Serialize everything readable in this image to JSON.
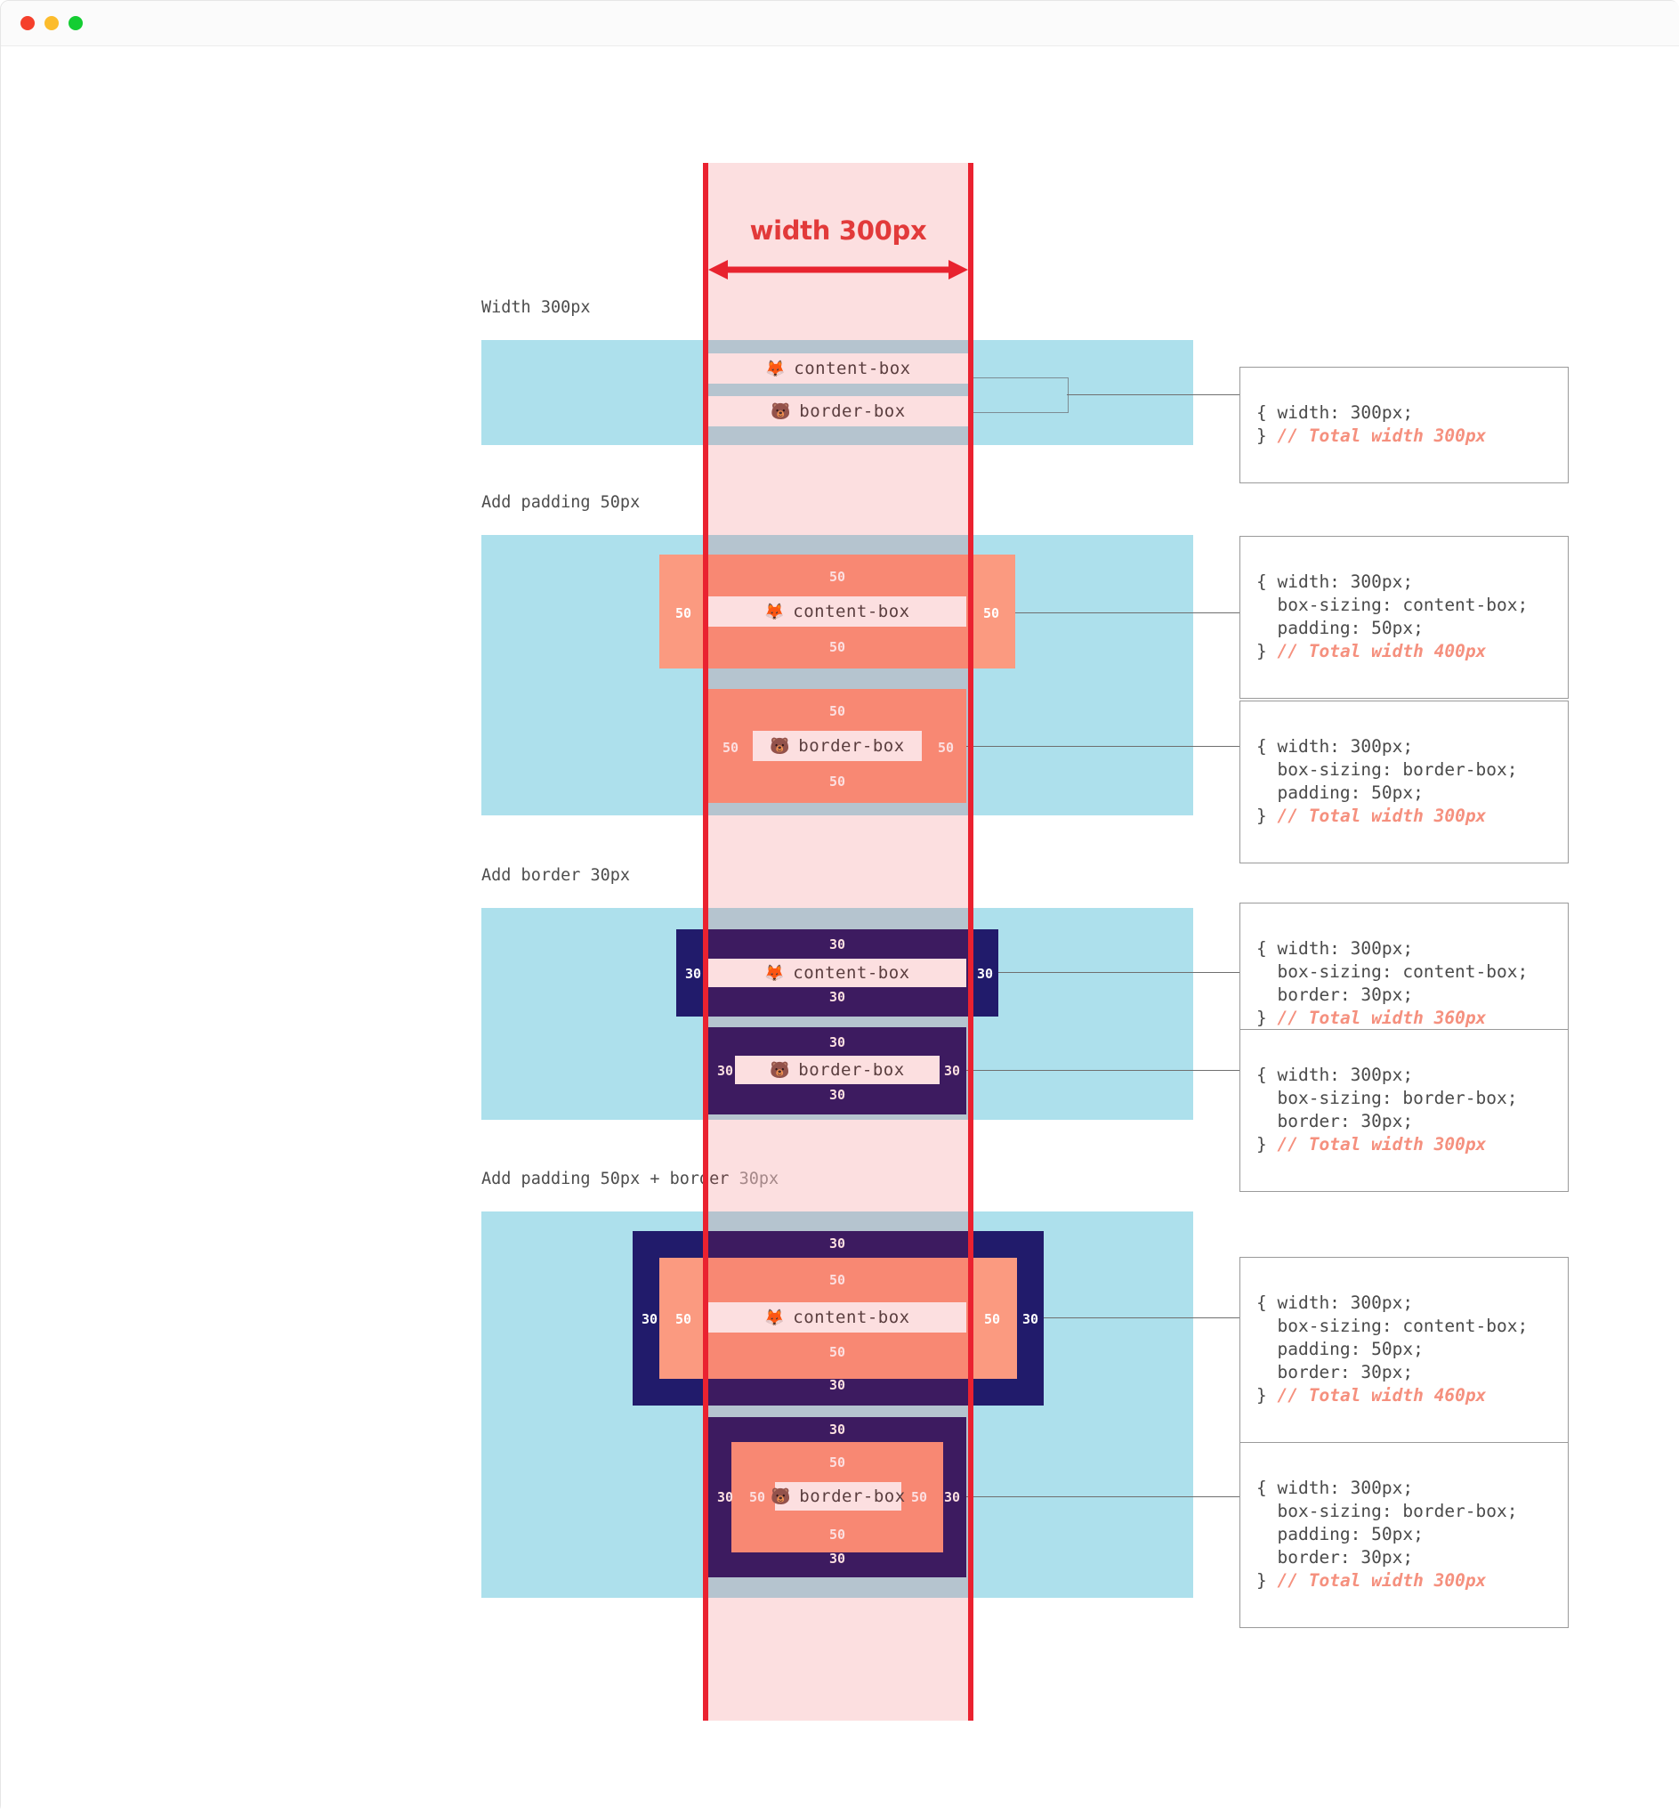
{
  "window": {
    "traffic_lights": [
      "close-red",
      "minimize-yellow",
      "maximize-green"
    ],
    "colors": {
      "red": "#f5402c",
      "yellow": "#fcbc2c",
      "green": "#14cd32",
      "guide_red": "#ea2230",
      "band_pink": "#fbdedd",
      "blue_area": "#ade0ec",
      "navy_border": "#211b6b",
      "salmon_padding": "#fb9a80",
      "comment_salmon": "#f5907e",
      "title_red": "#e23a3a"
    }
  },
  "overlay": {
    "title": "width 300px",
    "arrow": "double-headed-horizontal-arrow"
  },
  "icons": {
    "content_box": "🦊",
    "border_box": "🐻"
  },
  "labels": {
    "content_box": "content-box",
    "border_box": "border-box"
  },
  "sections": [
    {
      "id": "width-300",
      "heading": "Width 300px",
      "heading_suffix": "",
      "rows": [
        {
          "model": "content-box",
          "icon": "🦊",
          "label": "content-box",
          "padding": null,
          "border": null,
          "code": {
            "lines": [
              "{ width: 300px;"
            ],
            "close": "}",
            "comment": "// Total width 300px"
          }
        },
        {
          "model": "border-box",
          "icon": "🐻",
          "label": "border-box",
          "padding": null,
          "border": null,
          "code": null
        }
      ]
    },
    {
      "id": "padding-50",
      "heading": "Add padding 50px",
      "heading_suffix": "",
      "rows": [
        {
          "model": "content-box",
          "icon": "🦊",
          "label": "content-box",
          "padding": "50",
          "border": null,
          "code": {
            "lines": [
              "{ width: 300px;",
              "  box-sizing: content-box;",
              "  padding: 50px;"
            ],
            "close": "}",
            "comment": "// Total width 400px"
          }
        },
        {
          "model": "border-box",
          "icon": "🐻",
          "label": "border-box",
          "padding": "50",
          "border": null,
          "code": {
            "lines": [
              "{ width: 300px;",
              "  box-sizing: border-box;",
              "  padding: 50px;"
            ],
            "close": "}",
            "comment": "// Total width 300px"
          }
        }
      ]
    },
    {
      "id": "border-30",
      "heading": "Add border 30px",
      "heading_suffix": "",
      "rows": [
        {
          "model": "content-box",
          "icon": "🦊",
          "label": "content-box",
          "padding": null,
          "border": "30",
          "code": {
            "lines": [
              "{ width: 300px;",
              "  box-sizing: content-box;",
              "  border: 30px;"
            ],
            "close": "}",
            "comment": "// Total width 360px"
          }
        },
        {
          "model": "border-box",
          "icon": "🐻",
          "label": "border-box",
          "padding": null,
          "border": "30",
          "code": {
            "lines": [
              "{ width: 300px;",
              "  box-sizing: border-box;",
              "  border: 30px;"
            ],
            "close": "}",
            "comment": "// Total width 300px"
          }
        }
      ]
    },
    {
      "id": "padding-border",
      "heading": "Add padding 50px + border ",
      "heading_suffix": "30px",
      "rows": [
        {
          "model": "content-box",
          "icon": "🦊",
          "label": "content-box",
          "padding": "50",
          "border": "30",
          "code": {
            "lines": [
              "{ width: 300px;",
              "  box-sizing: content-box;",
              "  padding: 50px;",
              "  border: 30px;"
            ],
            "close": "}",
            "comment": "// Total width 460px"
          }
        },
        {
          "model": "border-box",
          "icon": "🐻",
          "label": "border-box",
          "padding": "50",
          "border": "30",
          "code": {
            "lines": [
              "{ width: 300px;",
              "  box-sizing: border-box;",
              "  padding: 50px;",
              "  border: 30px;"
            ],
            "close": "}",
            "comment": "// Total width 300px"
          }
        }
      ]
    }
  ],
  "code_cards": {
    "c1": "{ width: 300px;",
    "c1_close": "}",
    "c1_cmt": "// Total width 300px",
    "c2_l1": "{ width: 300px;",
    "c2_l2": "  box-sizing: content-box;",
    "c2_l3": "  padding: 50px;",
    "c2_close": "}",
    "c2_cmt": "// Total width 400px",
    "c3_l1": "{ width: 300px;",
    "c3_l2": "  box-sizing: border-box;",
    "c3_l3": "  padding: 50px;",
    "c3_close": "}",
    "c3_cmt": "// Total width 300px",
    "c4_l1": "{ width: 300px;",
    "c4_l2": "  box-sizing: content-box;",
    "c4_l3": "  border: 30px;",
    "c4_close": "}",
    "c4_cmt": "// Total width 360px",
    "c5_l1": "{ width: 300px;",
    "c5_l2": "  box-sizing: border-box;",
    "c5_l3": "  border: 30px;",
    "c5_close": "}",
    "c5_cmt": "// Total width 300px",
    "c6_l1": "{ width: 300px;",
    "c6_l2": "  box-sizing: content-box;",
    "c6_l3": "  padding: 50px;",
    "c6_l4": "  border: 30px;",
    "c6_close": "}",
    "c6_cmt": "// Total width 460px",
    "c7_l1": "{ width: 300px;",
    "c7_l2": "  box-sizing: border-box;",
    "c7_l3": "  padding: 50px;",
    "c7_l4": "  border: 30px;",
    "c7_close": "}",
    "c7_cmt": "// Total width 300px"
  },
  "numbers": {
    "p50": "50",
    "b30": "30"
  }
}
